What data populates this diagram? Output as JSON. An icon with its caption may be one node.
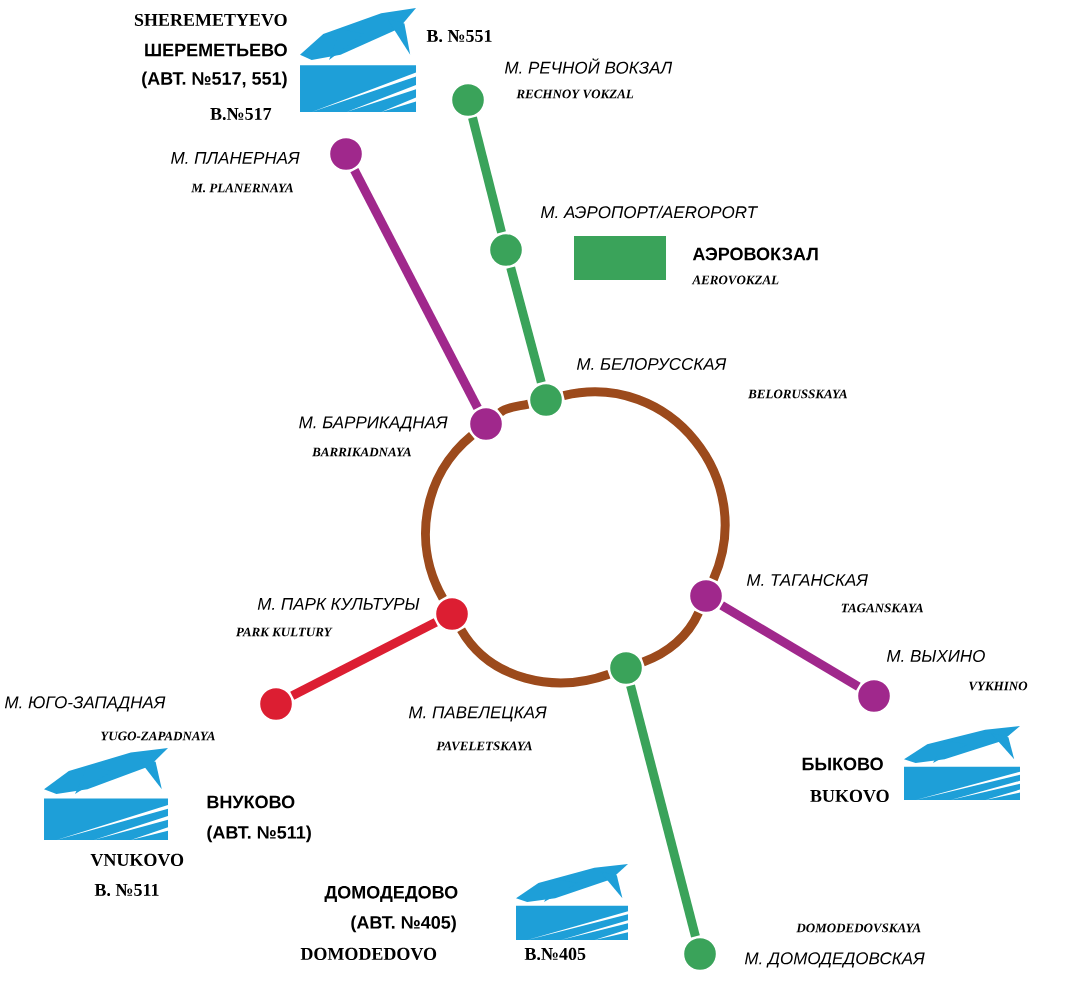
{
  "diagram": {
    "nodes": [
      {
        "text": [],
        "shape": "circle",
        "beside": [
          "М. РЕЧНОЙ ВОКЗАЛ",
          "RECHNOY VOKZAL"
        ]
      },
      {
        "text": [],
        "shape": "circle",
        "beside": [
          "М. ПЛАНЕРНАЯ",
          "M. PLANERNAYA"
        ]
      },
      {
        "text": [],
        "shape": "circle",
        "beside": [
          "М. АЭРОПОРТ/AEROPORT"
        ]
      },
      {
        "text": [],
        "shape": "box",
        "beside": [
          "АЭРОВОКЗАЛ",
          "AEROVOKZAL"
        ]
      },
      {
        "text": [],
        "shape": "circle",
        "beside": [
          "М. БЕЛОРУССКАЯ",
          "BELORUSSKAYA"
        ]
      },
      {
        "text": [],
        "shape": "circle",
        "beside": [
          "М. БАРРИКАДНАЯ",
          "BARRIKADNAYA"
        ]
      },
      {
        "text": [],
        "shape": "circle",
        "beside": [
          "М. ТАГАНСКАЯ",
          "TAGANSKAYA"
        ]
      },
      {
        "text": [],
        "shape": "circle",
        "beside": [
          "М. ПАРК КУЛЬТУРЫ",
          "PARK KULTURY"
        ]
      },
      {
        "text": [],
        "shape": "circle",
        "beside": [
          "М. ВЫХИНО",
          "VYKHINO"
        ]
      },
      {
        "text": [],
        "shape": "circle",
        "beside": [
          "М. ПАВЕЛЕЦКАЯ",
          "PAVELETSKAYA"
        ]
      },
      {
        "text": [],
        "shape": "circle",
        "beside": [
          "М. ЮГО-ЗАПАДНАЯ",
          "YUGO-ZAPADNAYA"
        ]
      },
      {
        "text": [],
        "shape": "circle",
        "beside": [
          "DOMODEDOVSKAYA",
          "М. ДОМОДЕДОВСКАЯ"
        ]
      }
    ],
    "edges": [
      {
        "from": 0,
        "to": 2,
        "arrow": "none",
        "color": "#3aa35a"
      },
      {
        "from": 2,
        "to": 4,
        "arrow": "none",
        "color": "#3aa35a"
      },
      {
        "from": 1,
        "to": 5,
        "arrow": "none",
        "color": "#a0288c"
      },
      {
        "from": 4,
        "to": 5,
        "arrow": "none"
      },
      {
        "from": 5,
        "to": 7,
        "arrow": "none"
      },
      {
        "from": 7,
        "to": 9,
        "arrow": "none"
      },
      {
        "from": 9,
        "to": 6,
        "arrow": "none"
      },
      {
        "from": 6,
        "to": 4,
        "arrow": "none"
      },
      {
        "from": 6,
        "to": 8,
        "arrow": "none",
        "color": "#a0288c"
      },
      {
        "from": 7,
        "to": 10,
        "arrow": "none",
        "color": "#dc1e32"
      },
      {
        "from": 9,
        "to": 11,
        "arrow": "none",
        "color": "#3aa35a"
      }
    ],
    "labels": [
      "SHEREMETYEVO",
      "ШЕРЕМЕТЬЕВО",
      "(АВТ. №517, 551)",
      "В.№517",
      "В. №551",
      "ВНУКОВО",
      "(АВТ. №511)",
      "VNUKOVO",
      "В. №511",
      "ДОМОДЕДОВО",
      "(АВТ. №405)",
      "DOMODEDOVO",
      "В.№405",
      "БЫКОВО",
      "BUKOVO"
    ]
  }
}
